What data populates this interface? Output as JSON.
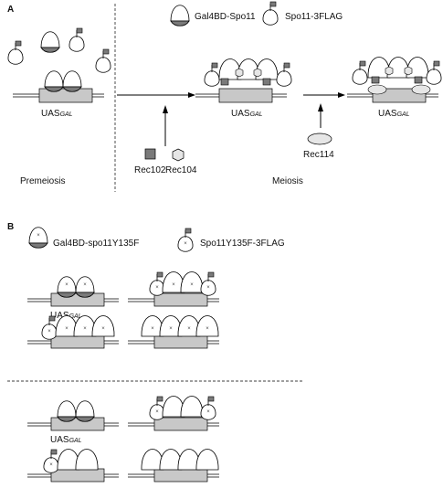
{
  "panel_a": {
    "label": "A",
    "legend": {
      "gal4bd": "Gal4BD-Spo11",
      "flag": "Spo11-3FLAG"
    },
    "uas": {
      "main": "UAS",
      "sub": "GAL"
    },
    "rec102": "Rec102",
    "rec104": "Rec104",
    "rec114": "Rec114",
    "premeiosis": "Premeiosis",
    "meiosis": "Meiosis"
  },
  "panel_b": {
    "label": "B",
    "legend": {
      "gal4bd": "Gal4BD-spo11Y135F",
      "flag": "Spo11Y135F-3FLAG"
    },
    "uas": {
      "main": "UAS",
      "sub": "GAL"
    }
  },
  "colors": {
    "dark_grey": "#7a7a7a",
    "box_grey": "#c8c8c8",
    "light_grey": "#e6e6e6"
  }
}
